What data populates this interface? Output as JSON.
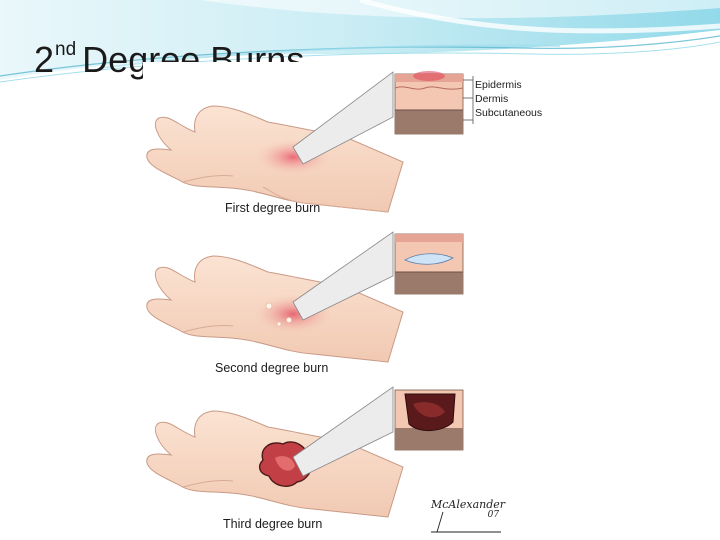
{
  "slide": {
    "title": {
      "number": "2",
      "superscript": "nd",
      "text": "Degree Burns"
    },
    "accent_colors": [
      "#7fd3e6",
      "#b6e6f0",
      "#5ab8d0"
    ]
  },
  "figure": {
    "layer_labels": [
      "Epidermis",
      "Dermis",
      "Subcutaneous"
    ],
    "panels": [
      {
        "caption": "First degree burn"
      },
      {
        "caption": "Second degree burn"
      },
      {
        "caption": "Third degree burn"
      }
    ],
    "signature": {
      "name": "McAlexander",
      "year": "07"
    }
  }
}
